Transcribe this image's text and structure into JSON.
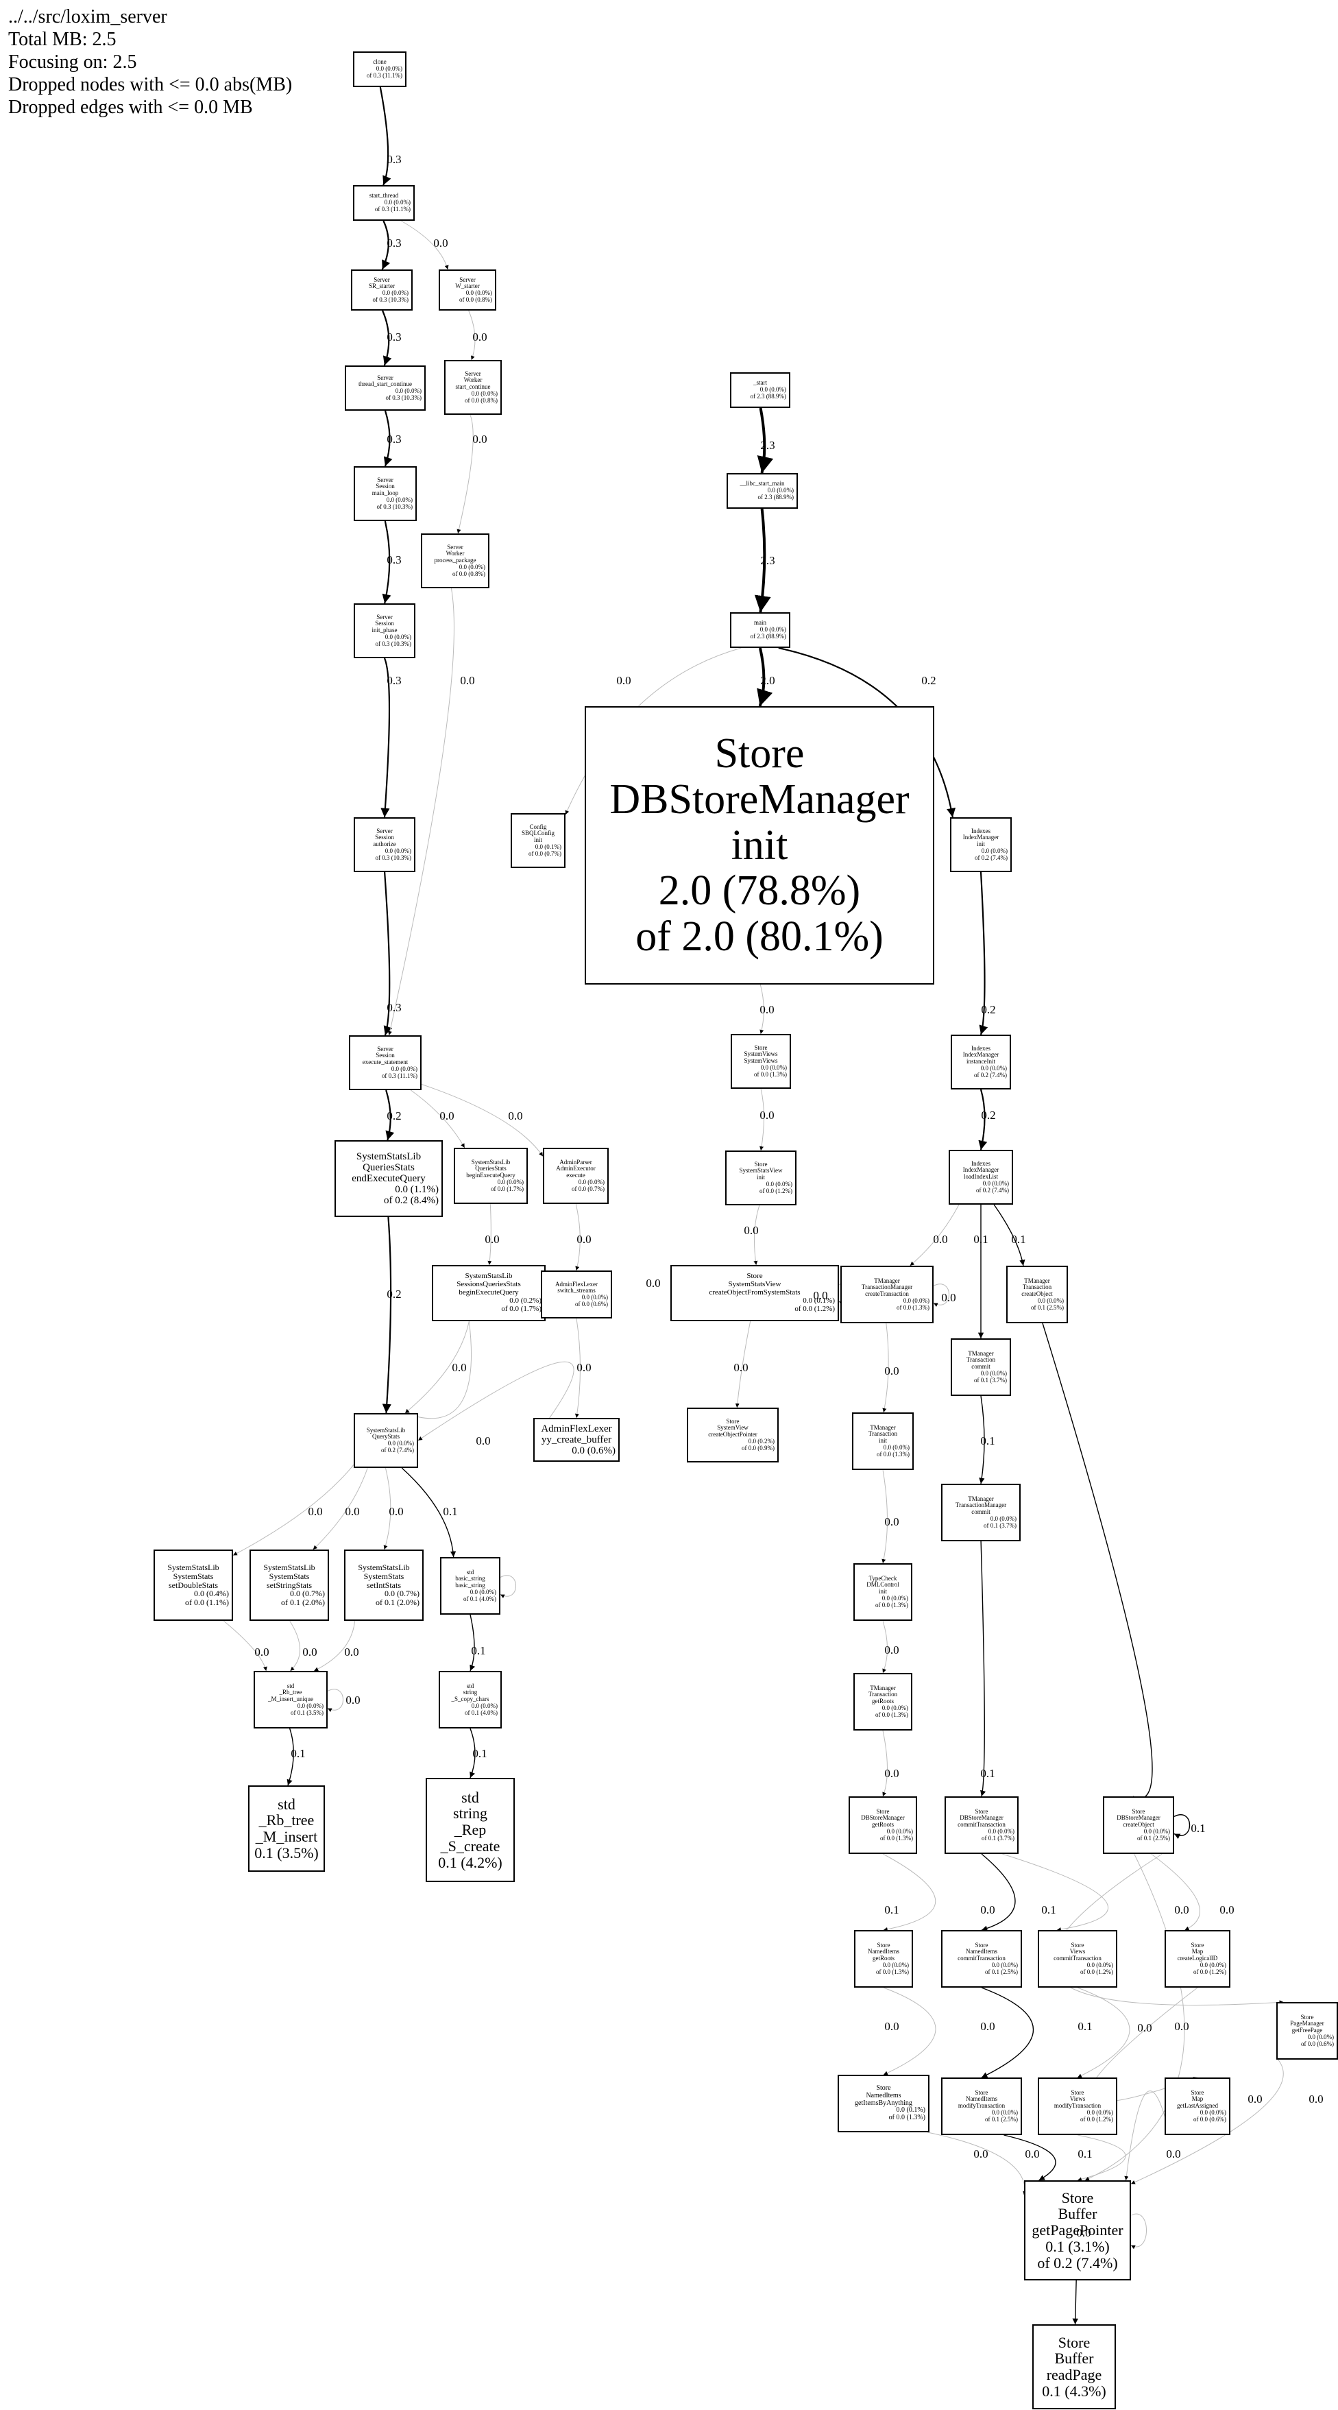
{
  "header": {
    "lines": [
      "../../src/loxim_server",
      "Total MB: 2.5",
      "Focusing on: 2.5",
      "Dropped nodes with <= 0.0 abs(MB)",
      "Dropped edges with <= 0.0 MB"
    ]
  },
  "nodes": [
    {
      "id": "n_clone",
      "lines": [
        "clone",
        "0.0 (0.0%)",
        "of 0.3 (11.1%)"
      ]
    },
    {
      "id": "n_start_thread",
      "lines": [
        "start_thread",
        "0.0 (0.0%)",
        "of 0.3 (11.1%)"
      ]
    },
    {
      "id": "n_sr_starter",
      "lines": [
        "Server",
        "SR_starter",
        "0.0 (0.0%)",
        "of 0.3 (10.3%)"
      ]
    },
    {
      "id": "n_w_starter",
      "lines": [
        "Server",
        "W_starter",
        "0.0 (0.0%)",
        "of 0.0 (0.8%)"
      ]
    },
    {
      "id": "n_thread_start_continue",
      "lines": [
        "Server",
        "thread_start_continue",
        "0.0 (0.0%)",
        "of 0.3 (10.3%)"
      ]
    },
    {
      "id": "n_worker_start_continue",
      "lines": [
        "Server",
        "Worker",
        "start_continue",
        "0.0 (0.0%)",
        "of 0.0 (0.8%)"
      ]
    },
    {
      "id": "n_session_main_loop",
      "lines": [
        "Server",
        "Session",
        "main_loop",
        "0.0 (0.0%)",
        "of 0.3 (10.3%)"
      ]
    },
    {
      "id": "n_worker_process_package",
      "lines": [
        "Server",
        "Worker",
        "process_package",
        "0.0 (0.0%)",
        "of 0.0 (0.8%)"
      ]
    },
    {
      "id": "n_session_init_phase",
      "lines": [
        "Server",
        "Session",
        "init_phase",
        "0.0 (0.0%)",
        "of 0.3 (10.3%)"
      ]
    },
    {
      "id": "n_session_authorize",
      "lines": [
        "Server",
        "Session",
        "authorize",
        "0.0 (0.0%)",
        "of 0.3 (10.3%)"
      ]
    },
    {
      "id": "n_session_execute_statement",
      "lines": [
        "Server",
        "Session",
        "execute_statement",
        "0.0 (0.0%)",
        "of 0.3 (11.1%)"
      ]
    },
    {
      "id": "n_start",
      "lines": [
        "_start",
        "0.0 (0.0%)",
        "of 2.3 (88.9%)"
      ]
    },
    {
      "id": "n_libc_start_main",
      "lines": [
        "__libc_start_main",
        "0.0 (0.0%)",
        "of 2.3 (88.9%)"
      ]
    },
    {
      "id": "n_main",
      "lines": [
        "main",
        "0.0 (0.0%)",
        "of 2.3 (88.9%)"
      ]
    },
    {
      "id": "n_config_sbql_init",
      "lines": [
        "Config",
        "SBQLConfig",
        "init",
        "0.0 (0.1%)",
        "of 0.0 (0.7%)"
      ]
    },
    {
      "id": "n_dbstoremanager_init",
      "lines": [
        "Store",
        "DBStoreManager",
        "init",
        "2.0 (78.8%)",
        "of 2.0 (80.1%)"
      ]
    },
    {
      "id": "n_indexmanager_init",
      "lines": [
        "Indexes",
        "IndexManager",
        "init",
        "0.0 (0.0%)",
        "of 0.2 (7.4%)"
      ]
    },
    {
      "id": "n_indexmanager_instanceinit",
      "lines": [
        "Indexes",
        "IndexManager",
        "instanceInit",
        "0.0 (0.0%)",
        "of 0.2 (7.4%)"
      ]
    },
    {
      "id": "n_indexmanager_loadindexlist",
      "lines": [
        "Indexes",
        "IndexManager",
        "loadIndexList",
        "0.0 (0.0%)",
        "of 0.2 (7.4%)"
      ]
    },
    {
      "id": "n_systemviews_systemviews",
      "lines": [
        "Store",
        "SystemViews",
        "SystemViews",
        "0.0 (0.0%)",
        "of 0.0 (1.3%)"
      ]
    },
    {
      "id": "n_systemstatsview_init",
      "lines": [
        "Store",
        "SystemStatsView",
        "init",
        "0.0 (0.0%)",
        "of 0.0 (1.2%)"
      ]
    },
    {
      "id": "n_create_object_from_systemstats",
      "lines": [
        "Store",
        "SystemStatsView",
        "createObjectFromSystemStats",
        "0.0 (0.1%)",
        "of 0.0 (1.2%)"
      ]
    },
    {
      "id": "n_systemview_create_object_pointer",
      "lines": [
        "Store",
        "SystemView",
        "createObjectPointer",
        "0.0 (0.2%)",
        "of 0.0 (0.9%)"
      ]
    },
    {
      "id": "n_end_execute_query",
      "lines": [
        "SystemStatsLib",
        "QueriesStats",
        "endExecuteQuery",
        "0.0 (1.1%)",
        "of 0.2 (8.4%)"
      ]
    },
    {
      "id": "n_begin_execute_query",
      "lines": [
        "SystemStatsLib",
        "QueriesStats",
        "beginExecuteQuery",
        "0.0 (0.0%)",
        "of 0.0 (1.7%)"
      ]
    },
    {
      "id": "n_adminparser_execute",
      "lines": [
        "AdminParser",
        "AdminExecutor",
        "execute",
        "0.0 (0.0%)",
        "of 0.0 (0.7%)"
      ]
    },
    {
      "id": "n_sessionsqueries_begin",
      "lines": [
        "SystemStatsLib",
        "SessionsQueriesStats",
        "beginExecuteQuery",
        "0.0 (0.2%)",
        "of 0.0 (1.7%)"
      ]
    },
    {
      "id": "n_adminflexlexer_switch",
      "lines": [
        "AdminFlexLexer",
        "switch_streams",
        "0.0 (0.0%)",
        "of 0.0 (0.6%)"
      ]
    },
    {
      "id": "n_adminflexlexer_yy",
      "lines": [
        "AdminFlexLexer",
        "yy_create_buffer",
        "0.0 (0.6%)"
      ]
    },
    {
      "id": "n_querystats",
      "lines": [
        "SystemStatsLib",
        "QueryStats",
        "0.0 (0.0%)",
        "of 0.2 (7.4%)"
      ]
    },
    {
      "id": "n_set_double_stats",
      "lines": [
        "SystemStatsLib",
        "SystemStats",
        "setDoubleStats",
        "0.0 (0.4%)",
        "of 0.0 (1.1%)"
      ]
    },
    {
      "id": "n_set_string_stats",
      "lines": [
        "SystemStatsLib",
        "SystemStats",
        "setStringStats",
        "0.0 (0.7%)",
        "of 0.1 (2.0%)"
      ]
    },
    {
      "id": "n_set_int_stats",
      "lines": [
        "SystemStatsLib",
        "SystemStats",
        "setIntStats",
        "0.0 (0.7%)",
        "of 0.1 (2.0%)"
      ]
    },
    {
      "id": "n_basic_string",
      "lines": [
        "std",
        "basic_string",
        "basic_string",
        "0.0 (0.0%)",
        "of 0.1 (4.0%)"
      ]
    },
    {
      "id": "n_rb_tree_insert_unique",
      "lines": [
        "std",
        "_Rb_tree",
        "_M_insert_unique",
        "0.0 (0.0%)",
        "of 0.1 (3.5%)"
      ]
    },
    {
      "id": "n_string_s_copy_chars",
      "lines": [
        "std",
        "string",
        "_S_copy_chars",
        "0.0 (0.0%)",
        "of 0.1 (4.0%)"
      ]
    },
    {
      "id": "n_rb_tree_m_insert",
      "lines": [
        "std",
        "_Rb_tree",
        "_M_insert",
        "0.1 (3.5%)"
      ]
    },
    {
      "id": "n_string_rep_s_create",
      "lines": [
        "std",
        "string",
        "_Rep",
        "_S_create",
        "0.1 (4.2%)"
      ]
    },
    {
      "id": "n_create_transaction",
      "lines": [
        "TManager",
        "TransactionManager",
        "createTransaction",
        "0.0 (0.0%)",
        "of 0.0 (1.3%)"
      ]
    },
    {
      "id": "n_transaction_commit",
      "lines": [
        "TManager",
        "Transaction",
        "commit",
        "0.0 (0.0%)",
        "of 0.1 (3.7%)"
      ]
    },
    {
      "id": "n_transaction_create_object",
      "lines": [
        "TManager",
        "Transaction",
        "createObject",
        "0.0 (0.0%)",
        "of 0.1 (2.5%)"
      ]
    },
    {
      "id": "n_transaction_init",
      "lines": [
        "TManager",
        "Transaction",
        "init",
        "0.0 (0.0%)",
        "of 0.0 (1.3%)"
      ]
    },
    {
      "id": "n_transactionmanager_commit",
      "lines": [
        "TManager",
        "TransactionManager",
        "commit",
        "0.0 (0.0%)",
        "of 0.1 (3.7%)"
      ]
    },
    {
      "id": "n_dmlcontrol_init",
      "lines": [
        "TypeCheck",
        "DMLControl",
        "init",
        "0.0 (0.0%)",
        "of 0.0 (1.3%)"
      ]
    },
    {
      "id": "n_transaction_getroots",
      "lines": [
        "TManager",
        "Transaction",
        "getRoots",
        "0.0 (0.0%)",
        "of 0.0 (1.3%)"
      ]
    },
    {
      "id": "n_dbstoremanager_getroots",
      "lines": [
        "Store",
        "DBStoreManager",
        "getRoots",
        "0.0 (0.0%)",
        "of 0.0 (1.3%)"
      ]
    },
    {
      "id": "n_dbstoremanager_commit",
      "lines": [
        "Store",
        "DBStoreManager",
        "commitTransaction",
        "0.0 (0.0%)",
        "of 0.1 (3.7%)"
      ]
    },
    {
      "id": "n_dbstoremanager_createobject",
      "lines": [
        "Store",
        "DBStoreManager",
        "createObject",
        "0.0 (0.0%)",
        "of 0.1 (2.5%)"
      ]
    },
    {
      "id": "n_nameditems_getroots",
      "lines": [
        "Store",
        "NamedItems",
        "getRoots",
        "0.0 (0.0%)",
        "of 0.0 (1.3%)"
      ]
    },
    {
      "id": "n_nameditems_commit",
      "lines": [
        "Store",
        "NamedItems",
        "commitTransaction",
        "0.0 (0.0%)",
        "of 0.1 (2.5%)"
      ]
    },
    {
      "id": "n_views_commit",
      "lines": [
        "Store",
        "Views",
        "commitTransaction",
        "0.0 (0.0%)",
        "of 0.0 (1.2%)"
      ]
    },
    {
      "id": "n_map_createlogicalid",
      "lines": [
        "Store",
        "Map",
        "createLogicalID",
        "0.0 (0.0%)",
        "of 0.0 (1.2%)"
      ]
    },
    {
      "id": "n_pagemanager_getfreepage",
      "lines": [
        "Store",
        "PageManager",
        "getFreePage",
        "0.0 (0.0%)",
        "of 0.0 (0.6%)"
      ]
    },
    {
      "id": "n_nameditems_getitemsbyanything",
      "lines": [
        "Store",
        "NamedItems",
        "getItemsByAnything",
        "0.0 (0.1%)",
        "of 0.0 (1.3%)"
      ]
    },
    {
      "id": "n_nameditems_modify",
      "lines": [
        "Store",
        "NamedItems",
        "modifyTransaction",
        "0.0 (0.0%)",
        "of 0.1 (2.5%)"
      ]
    },
    {
      "id": "n_views_modify",
      "lines": [
        "Store",
        "Views",
        "modifyTransaction",
        "0.0 (0.0%)",
        "of 0.0 (1.2%)"
      ]
    },
    {
      "id": "n_map_getlastassigned",
      "lines": [
        "Store",
        "Map",
        "getLastAssigned",
        "0.0 (0.0%)",
        "of 0.0 (0.6%)"
      ]
    },
    {
      "id": "n_buffer_getpagepointer",
      "lines": [
        "Store",
        "Buffer",
        "getPagePointer",
        "0.1 (3.1%)",
        "of 0.2 (7.4%)"
      ]
    },
    {
      "id": "n_buffer_readpage",
      "lines": [
        "Store",
        "Buffer",
        "readPage",
        "0.1 (4.3%)"
      ]
    }
  ],
  "edges": [
    {
      "from": "n_clone",
      "to": "n_start_thread",
      "label": "0.3"
    },
    {
      "from": "n_start_thread",
      "to": "n_sr_starter",
      "label": "0.3"
    },
    {
      "from": "n_start_thread",
      "to": "n_w_starter",
      "label": "0.0"
    },
    {
      "from": "n_sr_starter",
      "to": "n_thread_start_continue",
      "label": "0.3"
    },
    {
      "from": "n_w_starter",
      "to": "n_worker_start_continue",
      "label": "0.0"
    },
    {
      "from": "n_thread_start_continue",
      "to": "n_session_main_loop",
      "label": "0.3"
    },
    {
      "from": "n_worker_start_continue",
      "to": "n_worker_process_package",
      "label": "0.0"
    },
    {
      "from": "n_session_main_loop",
      "to": "n_session_init_phase",
      "label": "0.3"
    },
    {
      "from": "n_session_init_phase",
      "to": "n_session_authorize",
      "label": "0.3"
    },
    {
      "from": "n_session_authorize",
      "to": "n_session_execute_statement",
      "label": "0.3"
    },
    {
      "from": "n_worker_process_package",
      "to": "n_session_execute_statement",
      "label": "0.0"
    },
    {
      "from": "n_start",
      "to": "n_libc_start_main",
      "label": "2.3"
    },
    {
      "from": "n_libc_start_main",
      "to": "n_main",
      "label": "2.3"
    },
    {
      "from": "n_main",
      "to": "n_config_sbql_init",
      "label": "0.0"
    },
    {
      "from": "n_main",
      "to": "n_dbstoremanager_init",
      "label": "2.0"
    },
    {
      "from": "n_main",
      "to": "n_indexmanager_init",
      "label": "0.2"
    },
    {
      "from": "n_indexmanager_init",
      "to": "n_indexmanager_instanceinit",
      "label": "0.2"
    },
    {
      "from": "n_indexmanager_instanceinit",
      "to": "n_indexmanager_loadindexlist",
      "label": "0.2"
    },
    {
      "from": "n_dbstoremanager_init",
      "to": "n_systemviews_systemviews",
      "label": "0.0"
    },
    {
      "from": "n_systemviews_systemviews",
      "to": "n_systemstatsview_init",
      "label": "0.0"
    },
    {
      "from": "n_systemstatsview_init",
      "to": "n_create_object_from_systemstats",
      "label": "0.0"
    },
    {
      "from": "n_create_object_from_systemstats",
      "to": "n_create_object_from_systemstats",
      "label": "0.0"
    },
    {
      "from": "n_create_object_from_systemstats",
      "to": "n_systemview_create_object_pointer",
      "label": "0.0"
    },
    {
      "from": "n_session_execute_statement",
      "to": "n_end_execute_query",
      "label": "0.2"
    },
    {
      "from": "n_session_execute_statement",
      "to": "n_begin_execute_query",
      "label": "0.0"
    },
    {
      "from": "n_session_execute_statement",
      "to": "n_adminparser_execute",
      "label": "0.0"
    },
    {
      "from": "n_begin_execute_query",
      "to": "n_sessionsqueries_begin",
      "label": "0.0"
    },
    {
      "from": "n_adminparser_execute",
      "to": "n_adminflexlexer_switch",
      "label": "0.0"
    },
    {
      "from": "n_adminflexlexer_switch",
      "to": "n_adminflexlexer_yy",
      "label": "0.0"
    },
    {
      "from": "n_end_execute_query",
      "to": "n_querystats",
      "label": "0.2"
    },
    {
      "from": "n_sessionsqueries_begin",
      "to": "n_querystats",
      "label": "0.0"
    },
    {
      "from": "n_querystats",
      "to": "n_set_double_stats",
      "label": "0.0"
    },
    {
      "from": "n_querystats",
      "to": "n_set_string_stats",
      "label": "0.0"
    },
    {
      "from": "n_querystats",
      "to": "n_set_int_stats",
      "label": "0.0"
    },
    {
      "from": "n_querystats",
      "to": "n_basic_string",
      "label": "0.1"
    },
    {
      "from": "n_basic_string",
      "to": "n_basic_string",
      "label": ""
    },
    {
      "from": "n_set_double_stats",
      "to": "n_rb_tree_insert_unique",
      "label": "0.0"
    },
    {
      "from": "n_set_string_stats",
      "to": "n_rb_tree_insert_unique",
      "label": "0.0"
    },
    {
      "from": "n_set_int_stats",
      "to": "n_rb_tree_insert_unique",
      "label": "0.0"
    },
    {
      "from": "n_rb_tree_insert_unique",
      "to": "n_rb_tree_insert_unique",
      "label": "0.0"
    },
    {
      "from": "n_basic_string",
      "to": "n_string_s_copy_chars",
      "label": "0.1"
    },
    {
      "from": "n_rb_tree_insert_unique",
      "to": "n_rb_tree_m_insert",
      "label": "0.1"
    },
    {
      "from": "n_string_s_copy_chars",
      "to": "n_string_rep_s_create",
      "label": "0.1"
    },
    {
      "from": "n_sessionsqueries_begin",
      "to": "n_querystats",
      "label": "0.0"
    },
    {
      "from": "n_adminflexlexer_yy",
      "to": "n_querystats",
      "label": "0.0"
    },
    {
      "from": "n_indexmanager_loadindexlist",
      "to": "n_create_transaction",
      "label": "0.0"
    },
    {
      "from": "n_indexmanager_loadindexlist",
      "to": "n_transaction_commit",
      "label": "0.1"
    },
    {
      "from": "n_indexmanager_loadindexlist",
      "to": "n_transaction_create_object",
      "label": "0.1"
    },
    {
      "from": "n_create_transaction",
      "to": "n_create_transaction",
      "label": "0.0"
    },
    {
      "from": "n_create_transaction",
      "to": "n_transaction_init",
      "label": "0.0"
    },
    {
      "from": "n_transaction_commit",
      "to": "n_transactionmanager_commit",
      "label": "0.1"
    },
    {
      "from": "n_transaction_init",
      "to": "n_dmlcontrol_init",
      "label": "0.0"
    },
    {
      "from": "n_dmlcontrol_init",
      "to": "n_transaction_getroots",
      "label": "0.0"
    },
    {
      "from": "n_transaction_getroots",
      "to": "n_dbstoremanager_getroots",
      "label": "0.0"
    },
    {
      "from": "n_transactionmanager_commit",
      "to": "n_dbstoremanager_commit",
      "label": "0.1"
    },
    {
      "from": "n_transaction_create_object",
      "to": "n_dbstoremanager_createobject",
      "label": "0.1"
    },
    {
      "from": "n_dbstoremanager_createobject",
      "to": "n_dbstoremanager_createobject",
      "label": "0.1"
    },
    {
      "from": "n_dbstoremanager_getroots",
      "to": "n_nameditems_getroots",
      "label": "0.0"
    },
    {
      "from": "n_dbstoremanager_commit",
      "to": "n_nameditems_commit",
      "label": "0.1"
    },
    {
      "from": "n_dbstoremanager_commit",
      "to": "n_views_commit",
      "label": "0.0"
    },
    {
      "from": "n_dbstoremanager_createobject",
      "to": "n_map_createlogicalid",
      "label": "0.0"
    },
    {
      "from": "n_dbstoremanager_createobject",
      "to": "n_pagemanager_getfreepage",
      "label": "0.0"
    },
    {
      "from": "n_nameditems_getroots",
      "to": "n_nameditems_getitemsbyanything",
      "label": "0.0"
    },
    {
      "from": "n_nameditems_commit",
      "to": "n_nameditems_modify",
      "label": "0.1"
    },
    {
      "from": "n_views_commit",
      "to": "n_views_modify",
      "label": "0.0"
    },
    {
      "from": "n_map_createlogicalid",
      "to": "n_map_getlastassigned",
      "label": "0.0"
    },
    {
      "from": "n_nameditems_getitemsbyanything",
      "to": "n_buffer_getpagepointer",
      "label": "0.0"
    },
    {
      "from": "n_nameditems_modify",
      "to": "n_buffer_getpagepointer",
      "label": "0.1"
    },
    {
      "from": "n_views_modify",
      "to": "n_buffer_getpagepointer",
      "label": "0.0"
    },
    {
      "from": "n_map_getlastassigned",
      "to": "n_buffer_getpagepointer",
      "label": "0.0"
    },
    {
      "from": "n_dbstoremanager_createobject",
      "to": "n_buffer_getpagepointer",
      "label": "0.0"
    },
    {
      "from": "n_pagemanager_getfreepage",
      "to": "n_buffer_getpagepointer",
      "label": "0.0"
    },
    {
      "from": "n_buffer_getpagepointer",
      "to": "n_buffer_getpagepointer",
      "label": "0.0"
    },
    {
      "from": "n_buffer_getpagepointer",
      "to": "n_buffer_readpage",
      "label": "0.1"
    }
  ]
}
